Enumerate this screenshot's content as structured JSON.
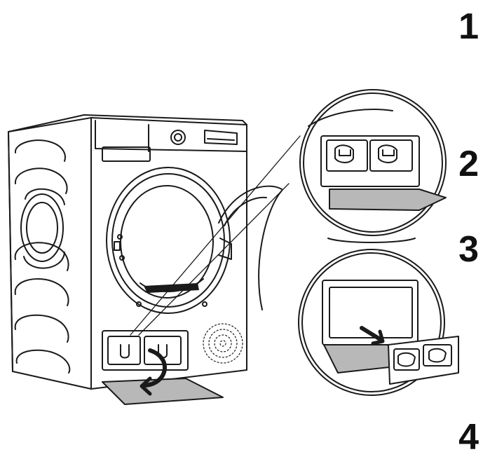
{
  "steps": [
    {
      "number": "1"
    },
    {
      "number": "2"
    },
    {
      "number": "3"
    },
    {
      "number": "4"
    }
  ],
  "colors": {
    "line": "#1a1a1a",
    "panel_fill": "#b8b8b8",
    "background": "#ffffff"
  }
}
